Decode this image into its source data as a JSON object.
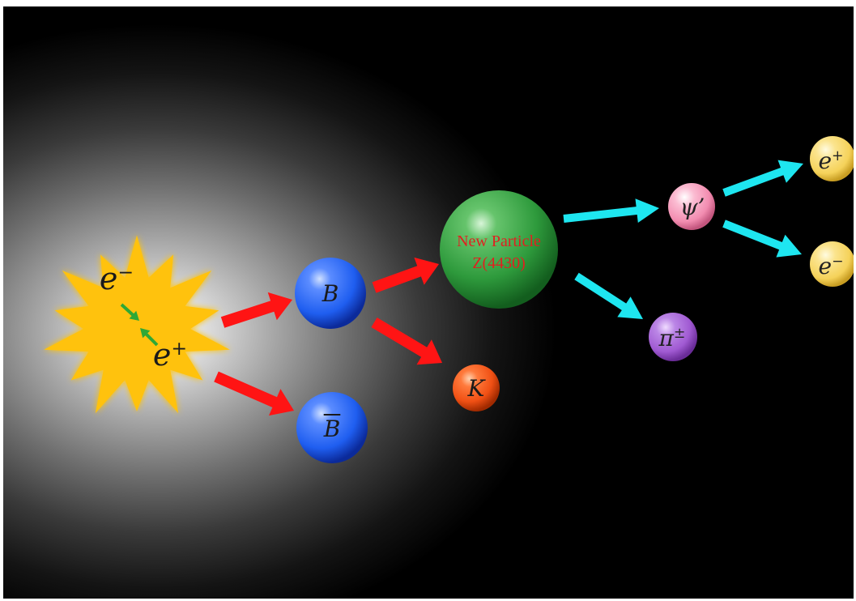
{
  "diagram": {
    "collision": {
      "electron": "e",
      "electron_sup": "−",
      "positron": "e",
      "positron_sup": "+"
    },
    "particles": {
      "b": "B",
      "b_bar": "B",
      "k": "K",
      "z_line1": "New Particle",
      "z_line2": "Z(4430)",
      "psi": "ψ’",
      "pi": "π",
      "pi_sup": "±",
      "e_plus": "e",
      "e_plus_sup": "+",
      "e_minus": "e",
      "e_minus_sup": "−"
    },
    "colors": {
      "background": "#000000",
      "glow": "#ffffff",
      "burst": "#ffc20e",
      "collision_arrow": "#2ea836",
      "red_arrow": "#ff1414",
      "cyan_arrow": "#1ee6f0",
      "b_meson": "#1f5ef0",
      "k_meson": "#f05014",
      "z_particle": "#2e9a3c",
      "psi": "#f28cb0",
      "pion": "#a05ad2",
      "lepton": "#f5d25a",
      "z_label": "#e02020"
    }
  }
}
